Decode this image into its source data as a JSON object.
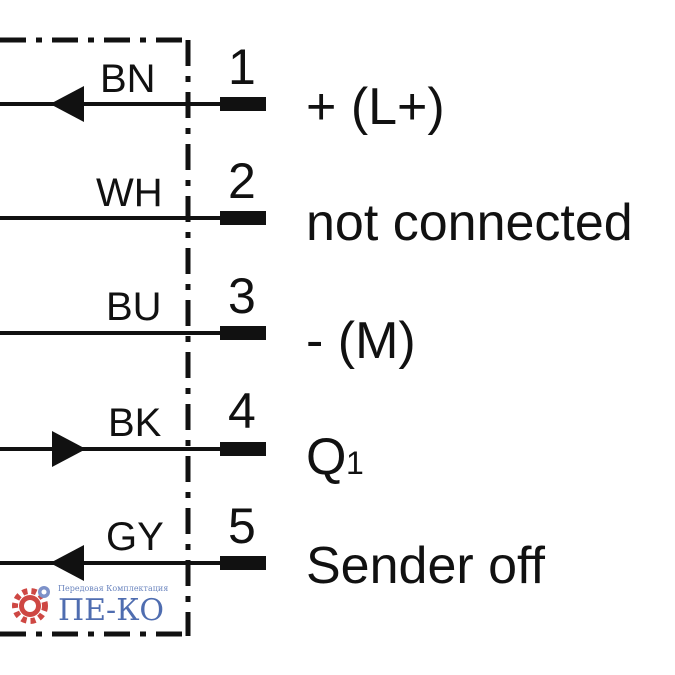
{
  "pins": [
    {
      "number": "1",
      "wire": "BN",
      "function": "+ (L+)",
      "arrow": "in"
    },
    {
      "number": "2",
      "wire": "WH",
      "function": "not connected",
      "arrow": "none"
    },
    {
      "number": "3",
      "wire": "BU",
      "function": "- (M)",
      "arrow": "none"
    },
    {
      "number": "4",
      "wire": "BK",
      "function_main": "Q",
      "function_sub": "1",
      "arrow": "out"
    },
    {
      "number": "5",
      "wire": "GY",
      "function": "Sender off",
      "arrow": "in"
    }
  ],
  "logo": {
    "small_text": "Передовая Комплектация",
    "big_text": "ПЕ-КО"
  },
  "colors": {
    "line": "#111111",
    "logo_gear": "#c9342f",
    "logo_text": "#3c5ea8"
  }
}
